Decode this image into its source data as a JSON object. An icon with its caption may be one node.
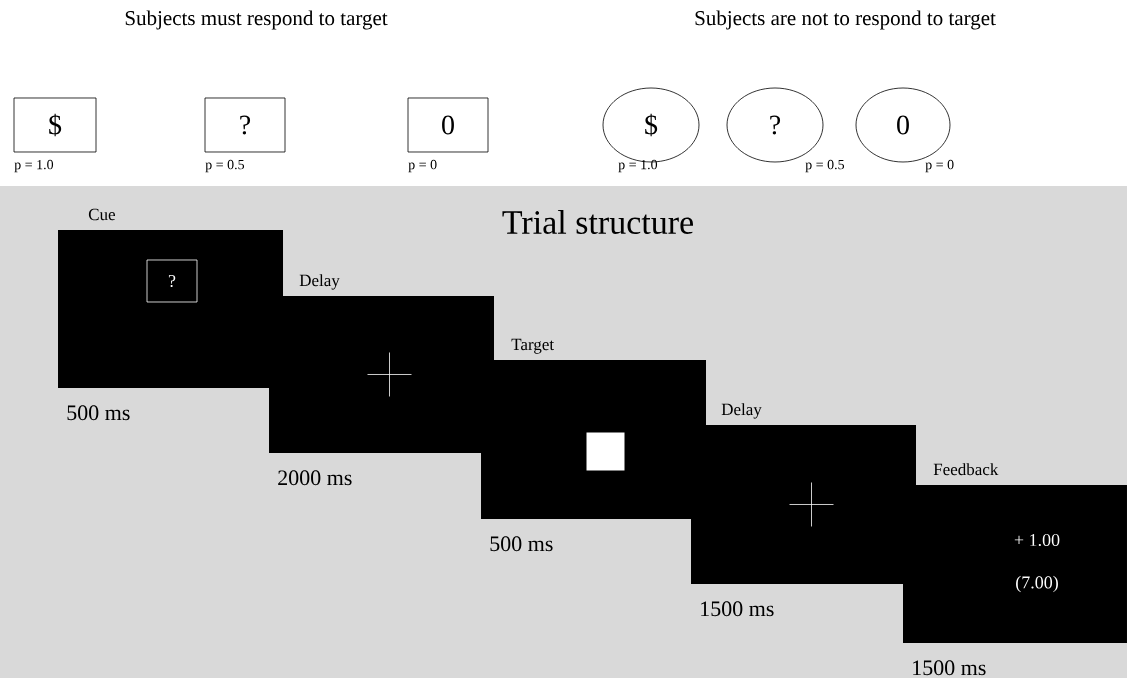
{
  "diagram": {
    "nodes": [
      {
        "text": [
          "$"
        ],
        "beside": [
          "p = 1.0"
        ]
      },
      {
        "text": [
          "?"
        ],
        "beside": [
          "p = 0.5"
        ]
      },
      {
        "text": [
          "0"
        ],
        "beside": [
          "p = 0"
        ]
      },
      {
        "text": [
          "$"
        ],
        "beside": [
          "p = 1.0"
        ]
      },
      {
        "text": [
          "?"
        ],
        "beside": [
          "p = 0.5"
        ]
      },
      {
        "text": [
          "0"
        ],
        "beside": [
          "p = 0"
        ]
      },
      {
        "text": [
          "Trial structure"
        ]
      },
      {
        "text": [
          "Cue"
        ],
        "beside": [
          "500 ms"
        ],
        "in": 6
      },
      {
        "text": [
          "?"
        ],
        "in": 7
      },
      {
        "text": [
          "Delay"
        ],
        "beside": [
          "2000 ms"
        ],
        "in": 6
      },
      {
        "text": [
          "Target"
        ],
        "beside": [
          "500 ms"
        ],
        "in": 6
      },
      {
        "text": [
          "Delay"
        ],
        "beside": [
          "1500 ms"
        ],
        "in": 6
      },
      {
        "text": [
          "Feedback",
          "+ 1.00",
          "(7.00)"
        ],
        "beside": [
          "1500 ms"
        ],
        "in": 6
      }
    ],
    "labels": [
      "Subjects must respond to target",
      "Subjects are not to respond to target"
    ]
  }
}
